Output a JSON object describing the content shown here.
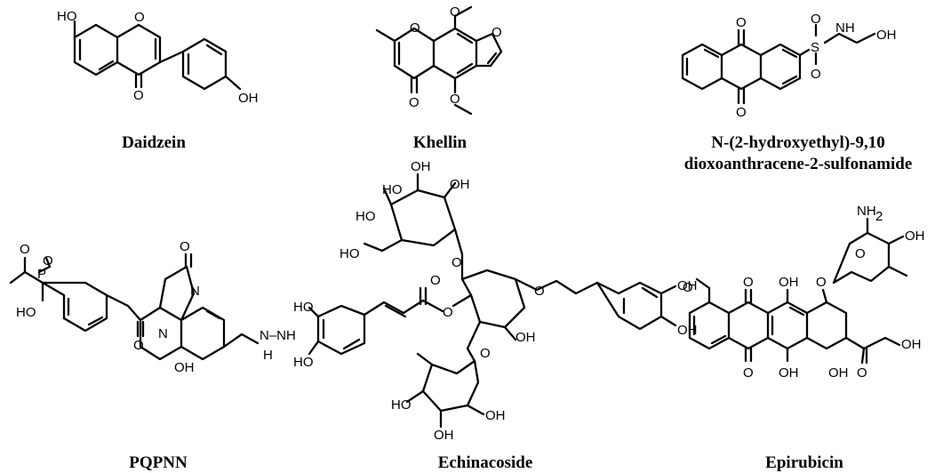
{
  "compounds": [
    {
      "name": "Daidzein"
    },
    {
      "name": "Khellin"
    },
    {
      "name": "N-(2-hydroxyethyl)-9,10",
      "name2": "dioxoanthracene-2-sulfonamide"
    },
    {
      "name": "PQPNN"
    },
    {
      "name": "Echinacoside"
    },
    {
      "name": "Epirubicin"
    }
  ],
  "atoms": {
    "OH": "OH",
    "HO": "HO",
    "O": "O",
    "S": "S",
    "H": "H",
    "N": "N",
    "P": "P",
    "NH2": "NH",
    "sub2": "2",
    "NHNH2": "N–NH",
    "NH": "NH",
    "H_": "H"
  }
}
